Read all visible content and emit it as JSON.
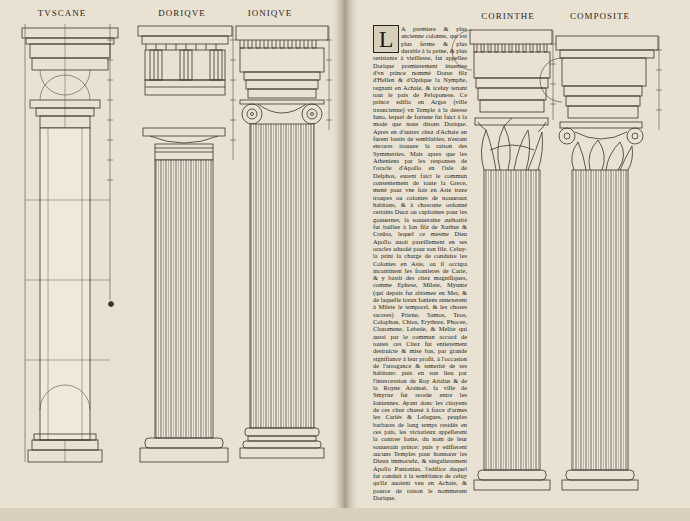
{
  "diagram": {
    "labels": [
      "TVSCANE",
      "DORIQVE",
      "IONIQVE",
      "L",
      "A premiere & plus ancienne colonne, qui est plus ferme & plus durable à la peine, & plus resistante à vieillesse, fut appellee Dorique premierement inuentee d'vn prince nommé Dorus filz d'Hellen & d'Optique la Nymphe, regnant en Achaie, & iceluy tenant tout le pais de Peloponese. Ce prince edifia en Argos (ville treancienne) vn Temple à la deesse Iuno, lequel de fortune fut faict à la mode que nous disons Dorique. Apres en d'autres citez d'Achaie en furent bastis de semblables, n'estant encores trouuee la raison des Symmetries. Mais apres que les Atheniens par les responses de l'oracle d'Apollo en l'isle de Delphos, eurent faict le commun consentement de toute la Grece, mené pour vne fois en Asie treze troupes ou colonies de nouueaux habitans, & à chascune ordonné certains Ducz ou capitaines pour les gouuerner, la souueraine authorité fut baillee à Ion filz de Xuthus & Creüsa, lequel ce mesme Dieu Apollo auoit pareillement en ses oracles aduoüé pour son filz. Celuy-la print la charge de conduire les Colonies en Asie, ou il occupa incontinent les frontieres de Carie, & y bastit des citez magnifiques, comme Ephese, Milete, Myunte (qui depuis fut abismee en Mer, & de laquelle iceux Ioniens annexerent à Milete le temporel, & les choses sacrees) Priene, Samos, Teos, Colophon, Chios, Erythree, Phocee, Clazomene, Lebede, & Melite qui aussi par le commun accord de toutes ces Citez fut entierement destruicte & mise bas, par grande signifiance à leur profit, à l'occasion de l'arrogance & temerité de ses habitans: puis en son lieu par l'intercession du Roy Attalus & de la Royne Arsinoë, la ville de Smyrne fut receüe entre les Ioniennes. Ayant donc les citoyens de ces citez chassé à force d'armes les Cariés & Lelegues, peuples barbares de long temps residés en ces pais, les victorieux appellerent la contree Ionie, du nom de leur souuerain prince: puis y edifierent aucuns Temples pour honnorer les Dieux immortelz, & singulierement Apollo Panionius, l'edifice duquel fut conduit à la semblance de celuy qu'ilz auoient veu en Achaie, & pource de raison le nommerent Dorique.",
      "CORINTHE",
      "COMPOSITE"
    ]
  }
}
